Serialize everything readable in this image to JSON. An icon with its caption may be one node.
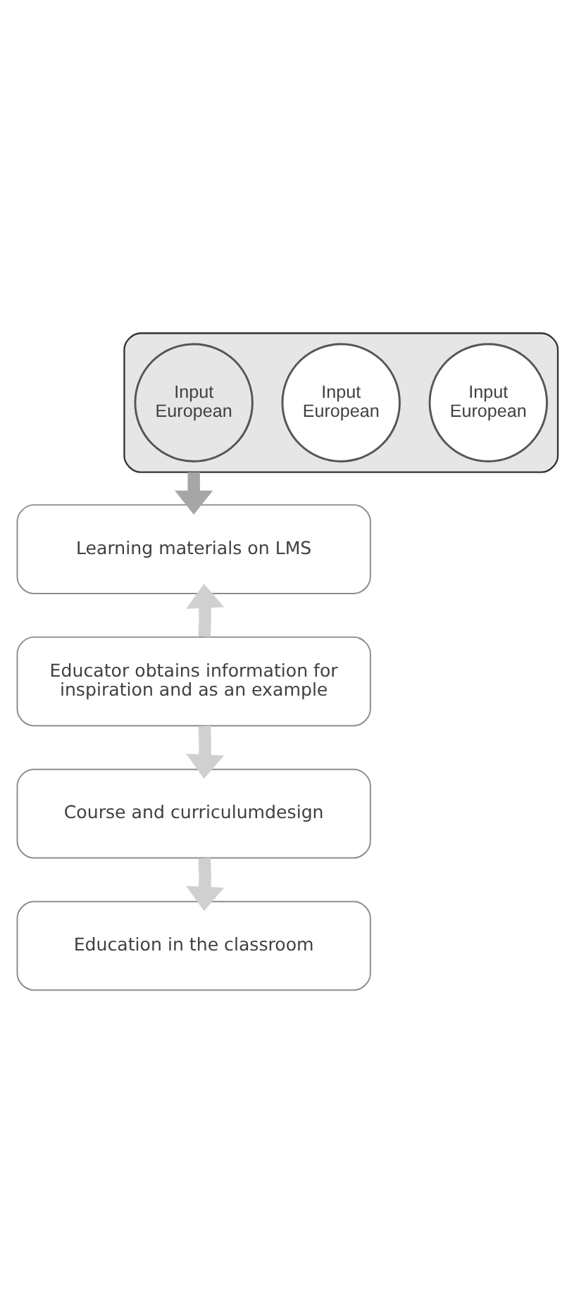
{
  "diagram": {
    "nodes": [
      {
        "text": [],
        "shape": "funnel"
      },
      {
        "text": [
          "Input European"
        ],
        "in": 0
      },
      {
        "text": [
          "Input European"
        ],
        "in": 0
      },
      {
        "text": [
          "Input European"
        ],
        "in": 0
      },
      {
        "text": [
          "Learning materials on LMS"
        ]
      },
      {
        "text": [
          "Educator obtains information for inspiration and as an example"
        ]
      },
      {
        "text": [
          "Course and curriculumdesign"
        ]
      },
      {
        "text": [
          "Education in the classroom"
        ]
      }
    ],
    "edges": [
      {
        "from": 0,
        "to": 4,
        "arrow": "to",
        "color": "#a6a6a6"
      },
      {
        "from": 5,
        "to": 4,
        "arrow": "to"
      },
      {
        "from": 5,
        "to": 6,
        "arrow": "to"
      },
      {
        "from": 6,
        "to": 7,
        "arrow": "to"
      }
    ]
  }
}
